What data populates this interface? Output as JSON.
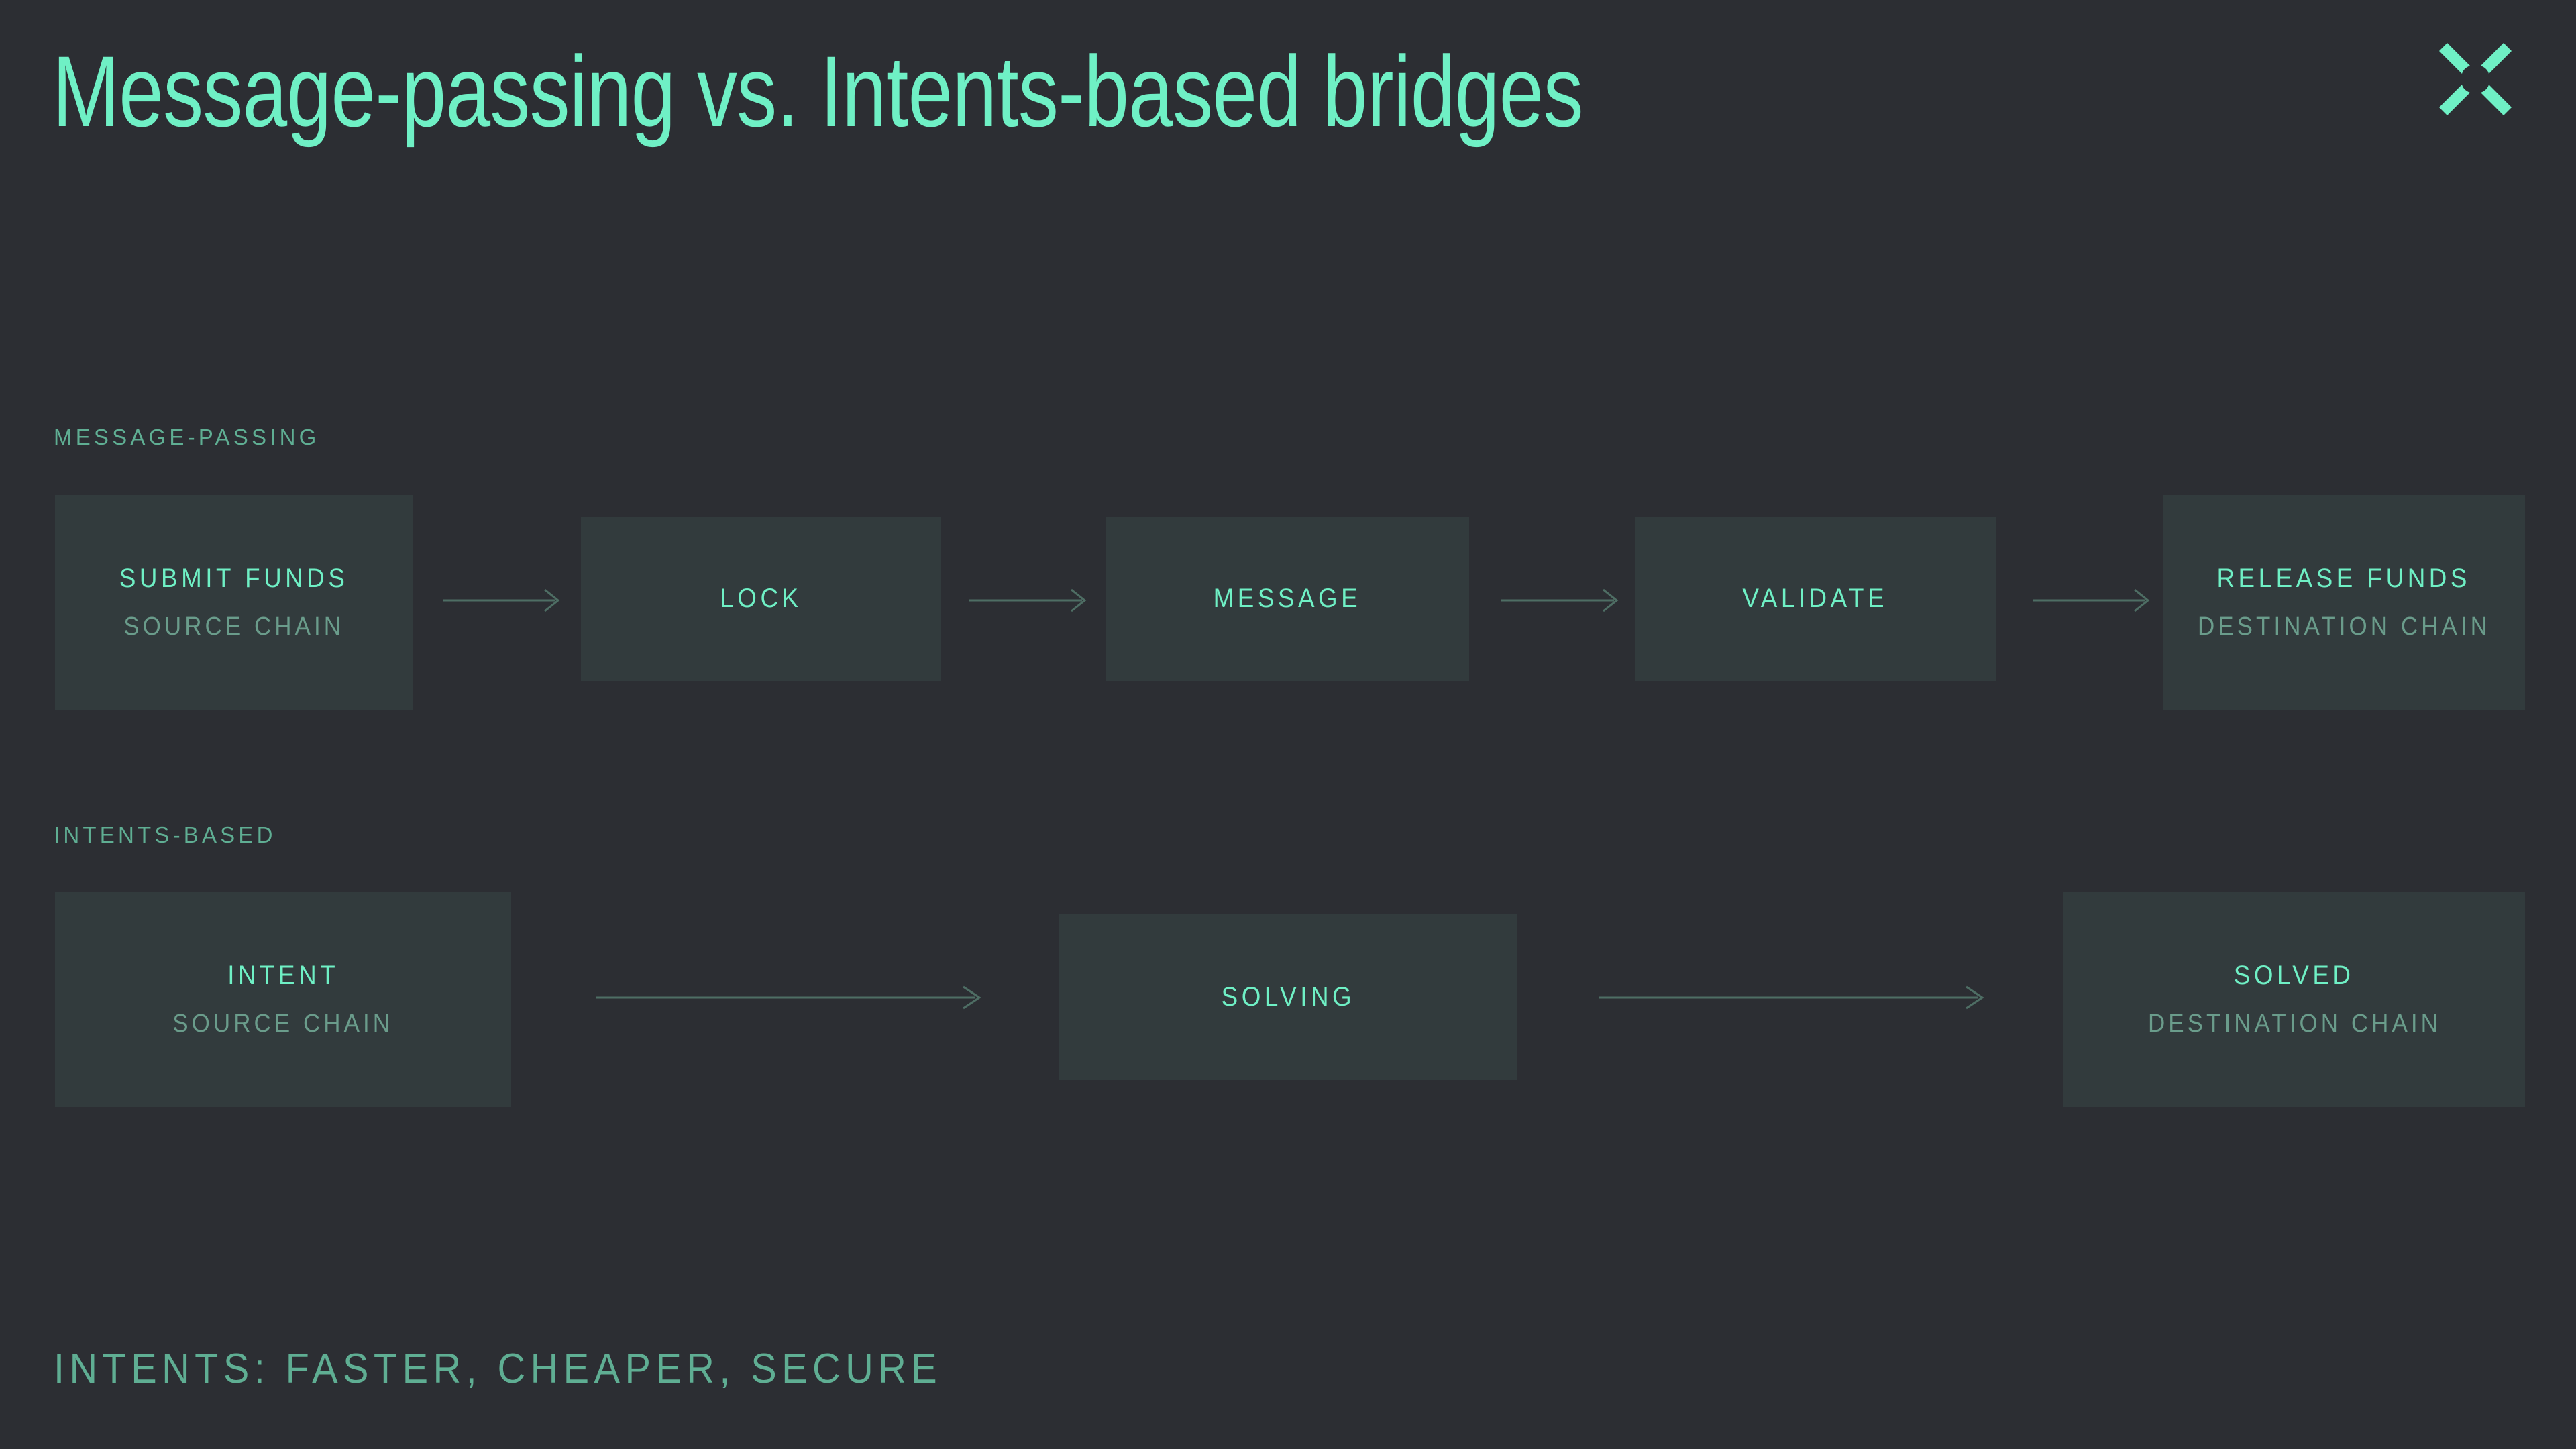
{
  "page": {
    "title": "Message-passing vs. Intents-based bridges",
    "background_color": "#2c2e33",
    "box_color": "#323b3d",
    "accent_color": "#6ff0c5",
    "muted_color": "#5fae93",
    "subtext_color": "#6a9c8b"
  },
  "logo": {
    "name": "x-cross-mark",
    "color": "#6ff0c5"
  },
  "rows": [
    {
      "label": "MESSAGE-PASSING",
      "steps": [
        {
          "title": "SUBMIT FUNDS",
          "sub": "SOURCE CHAIN"
        },
        {
          "title": "LOCK",
          "sub": ""
        },
        {
          "title": "MESSAGE",
          "sub": ""
        },
        {
          "title": "VALIDATE",
          "sub": ""
        },
        {
          "title": "RELEASE FUNDS",
          "sub": "DESTINATION CHAIN"
        }
      ]
    },
    {
      "label": "INTENTS-BASED",
      "steps": [
        {
          "title": "INTENT",
          "sub": "SOURCE CHAIN"
        },
        {
          "title": "SOLVING",
          "sub": ""
        },
        {
          "title": "SOLVED",
          "sub": "DESTINATION CHAIN"
        }
      ]
    }
  ],
  "footer": {
    "tagline": "INTENTS: FASTER, CHEAPER, SECURE"
  }
}
